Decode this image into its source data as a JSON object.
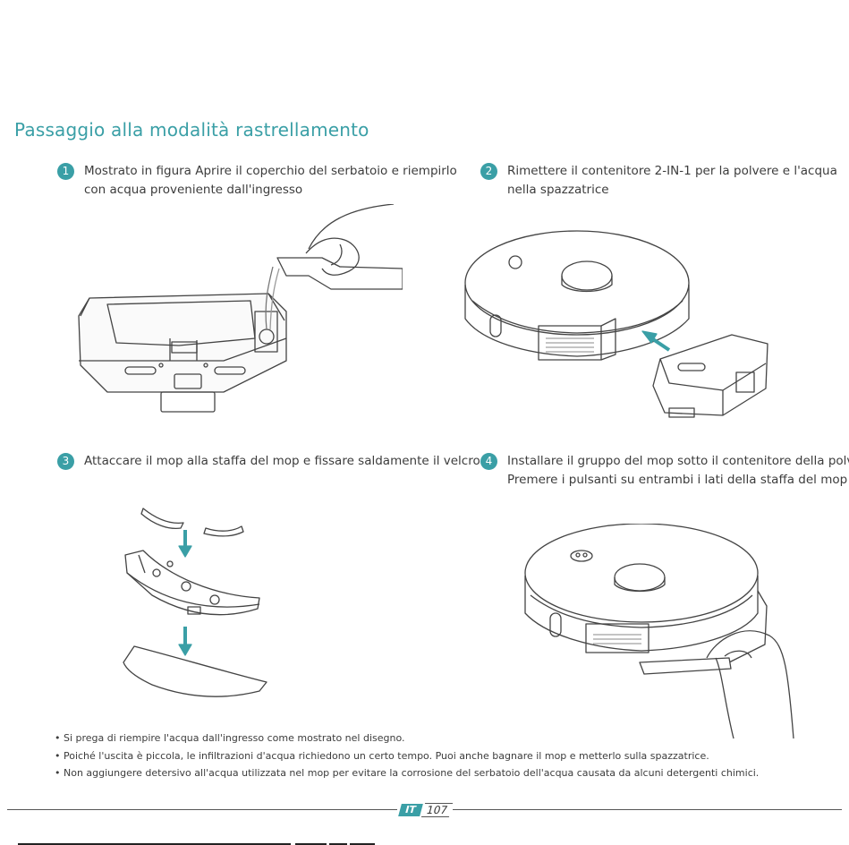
{
  "title": "Passaggio alla modalità rastrellamento",
  "steps": [
    {
      "num": "1",
      "line1": "Mostrato in figura Aprire il coperchio del serbatoio e riempirlo",
      "line2": "con acqua proveniente dall'ingresso"
    },
    {
      "num": "2",
      "line1": "Rimettere il contenitore 2-IN-1 per la polvere e l'acqua",
      "line2": "nella spazzatrice"
    },
    {
      "num": "3",
      "line1": "Attaccare il mop alla staffa del mop e fissare saldamente il velcro",
      "line2": ""
    },
    {
      "num": "4",
      "line1": "Installare il gruppo del mop sotto il contenitore della polvere",
      "line2": "Premere i pulsanti su entrambi i lati della staffa del mop"
    }
  ],
  "notes": [
    "• Si prega di riempire l'acqua dall'ingresso come mostrato nel disegno.",
    "• Poiché l'uscita è piccola, le infiltrazioni d'acqua richiedono un certo tempo. Puoi anche bagnare il mop e metterlo sulla spazzatrice.",
    "• Non aggiungere detersivo all'acqua utilizzata nel mop per evitare la corrosione del serbatoio dell'acqua causata da alcuni detergenti chimici."
  ],
  "footer": {
    "lang": "IT",
    "page": "107"
  },
  "colors": {
    "accent": "#3a9fa6",
    "line": "#555555"
  }
}
